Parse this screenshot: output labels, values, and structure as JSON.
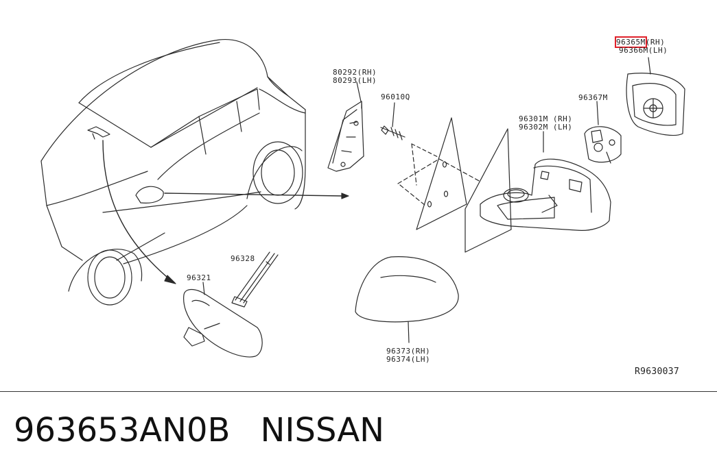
{
  "callouts": {
    "mirror_glass_rh": "96365M",
    "mirror_glass_rh_side": "(RH)",
    "mirror_glass_lh": "96366M(LH)",
    "motor": "96367M",
    "mirror_body_rh": "96301M (RH)",
    "mirror_body_lh": "96302M (LH)",
    "bolt": "96010Q",
    "cover_inner_rh": "80292(RH)",
    "cover_inner_lh": "80293(LH)",
    "inside_mirror_stay": "96328",
    "inside_mirror": "96321",
    "cap_rh": "96373(RH)",
    "cap_lh": "96374(LH)"
  },
  "diagram_ref": "R9630037",
  "footer": {
    "part_number": "963653AN0B",
    "brand": "NISSAN"
  },
  "colors": {
    "line": "#222222",
    "highlight": "#e0202a",
    "background": "#ffffff"
  }
}
